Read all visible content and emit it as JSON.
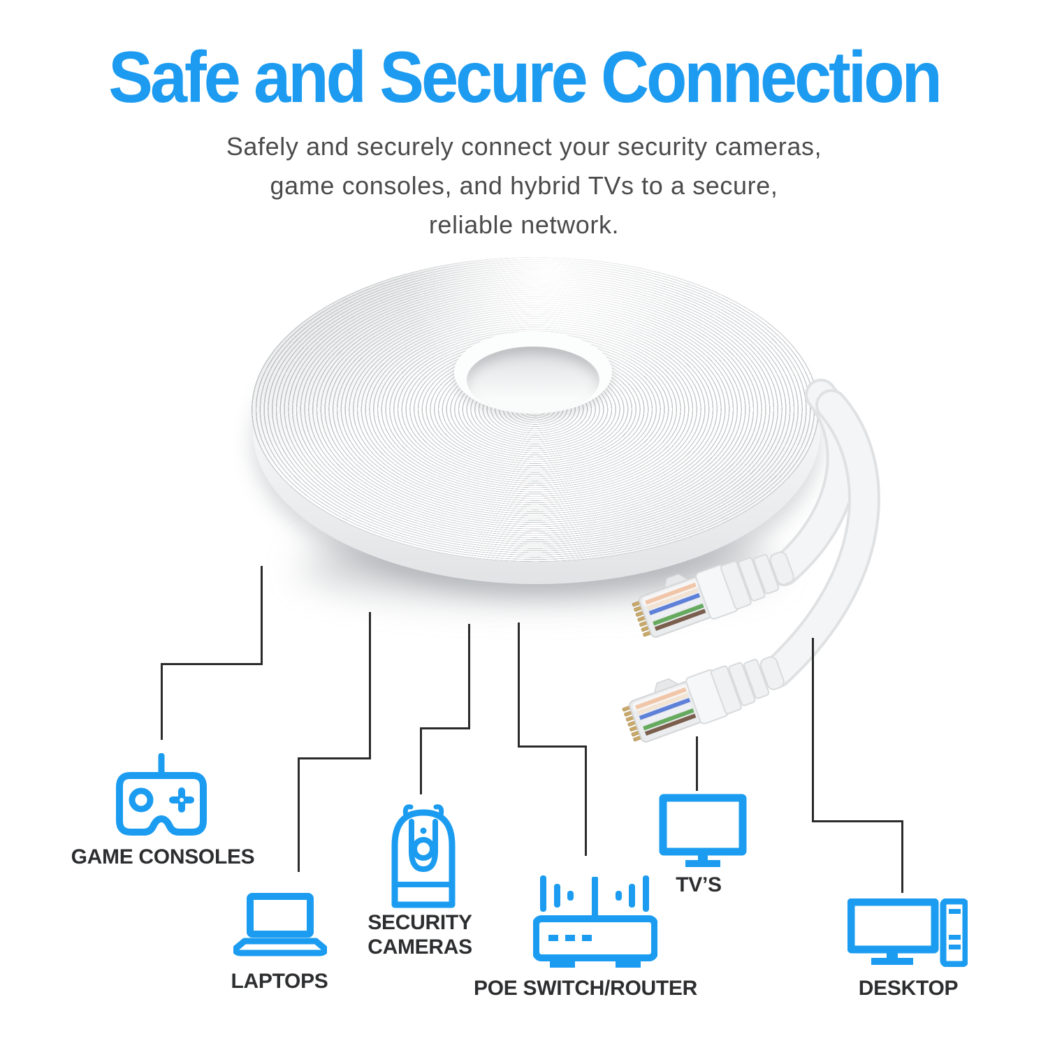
{
  "header": {
    "title": "Safe and Secure Connection",
    "subtitle_line1": "Safely and securely connect your security cameras,",
    "subtitle_line2": "game consoles, and hybrid TVs to a secure,",
    "subtitle_line3": "reliable network."
  },
  "figure": {
    "coil": "coiled-flat-ethernet-cable",
    "connectors": "two-rj45-plugs"
  },
  "devices": [
    {
      "label": "GAME CONSOLES",
      "icon": "gamepad-icon"
    },
    {
      "label": "LAPTOPS",
      "icon": "laptop-icon"
    },
    {
      "label_top": "SECURITY",
      "label_bottom": "CAMERAS",
      "icon": "security-camera-icon"
    },
    {
      "label": "POE SWITCH/ROUTER",
      "icon": "router-icon"
    },
    {
      "label": "TV’S",
      "icon": "tv-icon"
    },
    {
      "label": "DESKTOP",
      "icon": "desktop-icon"
    }
  ],
  "colors": {
    "accent": "#1B9CF0",
    "title": "#1C9BF0",
    "subtitle": "#4B4B4D",
    "label": "#2D2E30",
    "callout_line": "#2B2B2B"
  }
}
